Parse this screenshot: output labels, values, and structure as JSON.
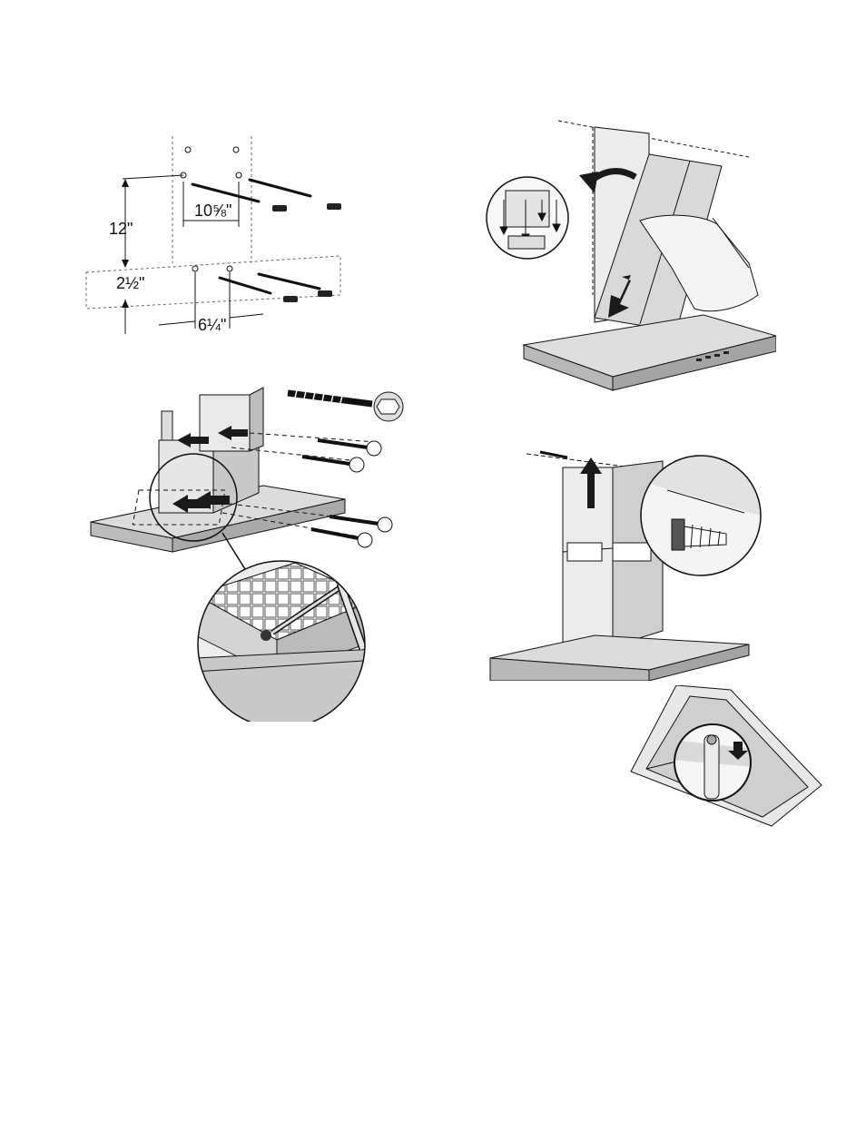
{
  "figures": {
    "dimensions": {
      "d_12": "12\"",
      "d_2half": "2½\"",
      "d_10_5_8": "10⅝\"",
      "d_6_1_4": "6¼\""
    }
  },
  "colors": {
    "line": "#111111",
    "steel_light": "#e4e4e4",
    "steel_mid": "#c8c8c8",
    "steel_dark": "#9a9a9a",
    "arrow": "#1a1a1a"
  },
  "icons": {
    "arrow_curved": "curved-arrow-icon",
    "arrow_down": "down-arrow-icon",
    "arrow_up": "up-arrow-icon",
    "wrench": "wrench-icon",
    "screw": "screw-icon",
    "anchor": "wall-anchor-icon"
  }
}
